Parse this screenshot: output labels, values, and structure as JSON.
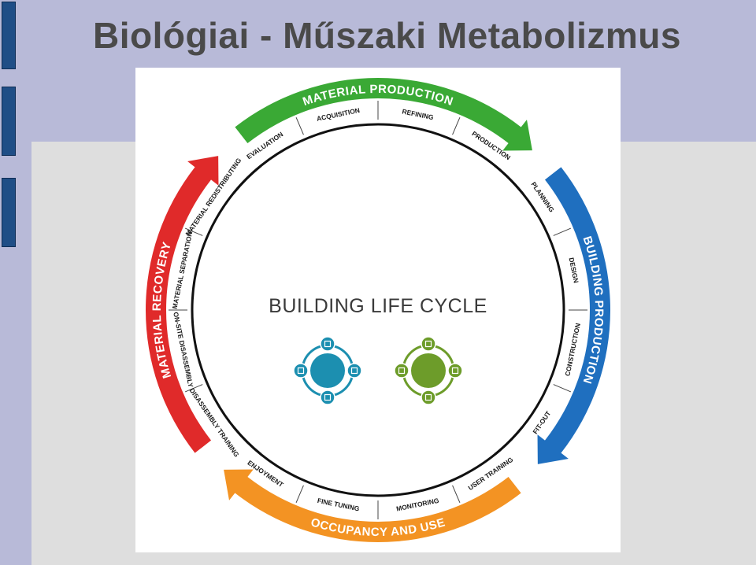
{
  "slide": {
    "title": "Biológiai - Műszaki Metabolizmus"
  },
  "diagram": {
    "center_title": "BUILDING LIFE CYCLE",
    "colors": {
      "material_production": "#3aa935",
      "building_production": "#1f6fbf",
      "occupancy_and_use": "#f39323",
      "material_recovery": "#e02a2a",
      "technical_icon": "#1c8fb0",
      "biological_icon": "#6d9c2a"
    },
    "phases": [
      {
        "name": "MATERIAL PRODUCTION",
        "steps": [
          "EVALUATION",
          "ACQUISITION",
          "REFINING",
          "PRODUCTION"
        ]
      },
      {
        "name": "BUILDING PRODUCTION",
        "steps": [
          "PLANNING",
          "DESIGN",
          "CONSTRUCTION",
          "FIT-OUT"
        ]
      },
      {
        "name": "OCCUPANCY AND USE",
        "steps": [
          "USER TRAINING",
          "MONITORING",
          "FINE TUNING",
          "ENJOYMENT"
        ]
      },
      {
        "name": "MATERIAL RECOVERY",
        "steps": [
          "DISASSEMBLY TRAINING",
          "ON-SITE DISASSEMBLY",
          "MATERIAL SEPARATION",
          "MATERIAL REDISTRIBUTING"
        ]
      }
    ]
  }
}
